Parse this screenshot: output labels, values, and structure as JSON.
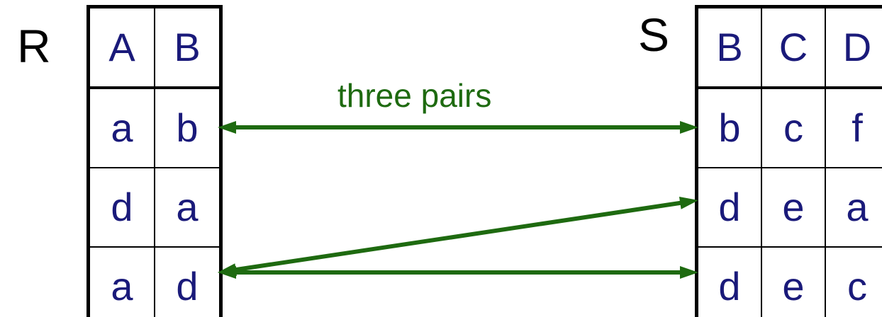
{
  "relations": {
    "r": {
      "name": "R",
      "columns": [
        "A",
        "B"
      ],
      "rows": [
        [
          "a",
          "b"
        ],
        [
          "d",
          "a"
        ],
        [
          "a",
          "d"
        ]
      ]
    },
    "s": {
      "name": "S",
      "columns": [
        "B",
        "C",
        "D"
      ],
      "rows": [
        [
          "b",
          "c",
          "f"
        ],
        [
          "d",
          "e",
          "a"
        ],
        [
          "d",
          "e",
          "c"
        ]
      ]
    }
  },
  "annotation": {
    "label": "three pairs",
    "color": "#1e6a10"
  },
  "pairs": [
    {
      "r_row": 0,
      "s_row": 0
    },
    {
      "r_row": 2,
      "s_row": 1
    },
    {
      "r_row": 2,
      "s_row": 2
    }
  ],
  "colors": {
    "cell_text": "#1a1a7a",
    "border": "#000000",
    "arrow": "#1e6a10"
  }
}
